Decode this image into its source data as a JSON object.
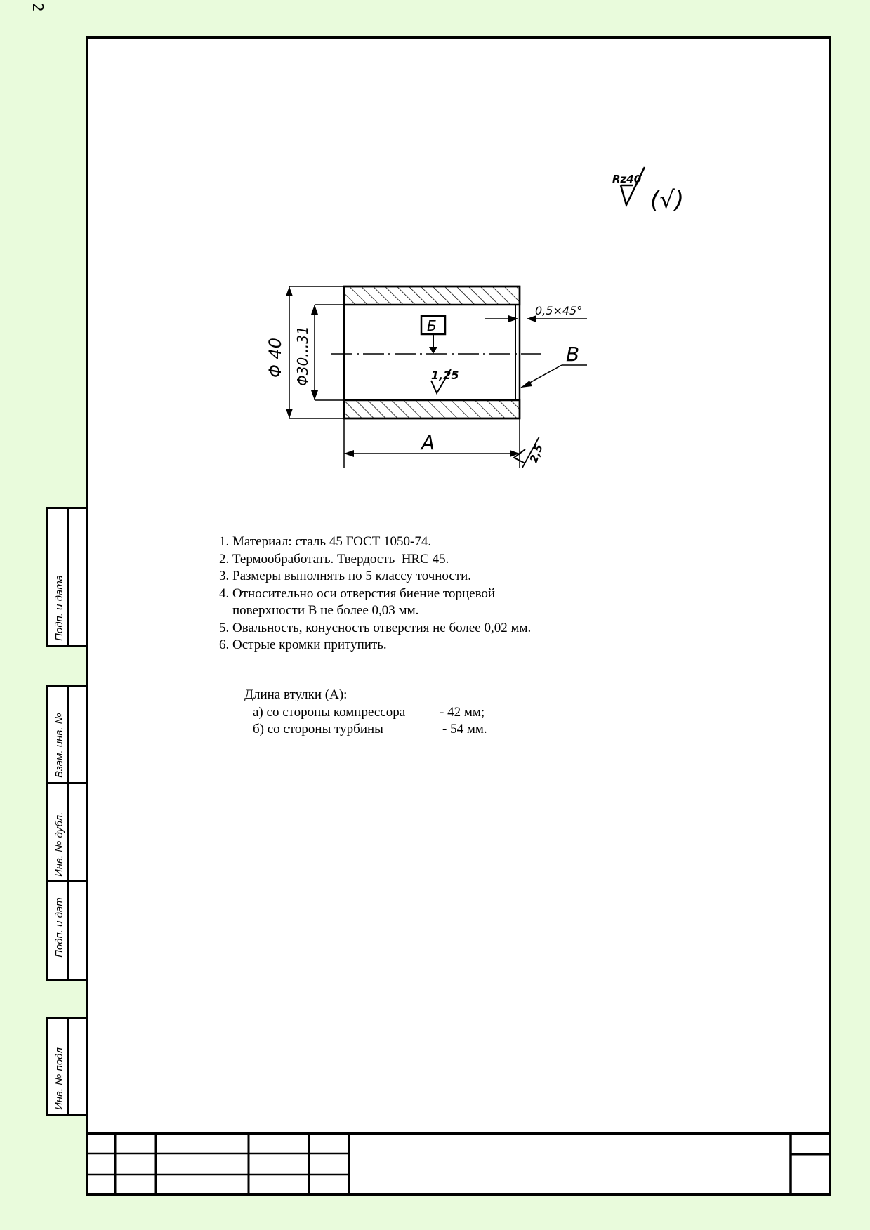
{
  "page_number": "2",
  "roughness": {
    "general": "Rz40",
    "parenthetical": "(√)"
  },
  "drawing": {
    "dim_outer": "Φ 40",
    "dim_inner": "Φ30...31",
    "chamfer": "0,5×45°",
    "datum": "Б",
    "surface_label": "В",
    "length_label": "A",
    "roughness_bore": "1,25",
    "roughness_end": "2,5"
  },
  "notes": [
    "1. Материал: сталь 45 ГОСТ 1050-74.",
    "2. Термообработать. Твердость  HRC 45.",
    "3. Размеры выполнять по 5 классу точности.",
    "4. Относительно оси отверстия биение торцевой",
    "    поверхности В не более 0,03 мм.",
    "5. Овальность, конусность отверстия не более 0,02 мм.",
    "6. Острые кромки притупить."
  ],
  "length_info": {
    "title": "Длина втулки (А):",
    "rows": [
      {
        "label": "а) со стороны компрессора",
        "value": "- 42 мм;"
      },
      {
        "label": "б) со стороны турбины",
        "value": "- 54 мм."
      }
    ]
  },
  "side_labels": {
    "podp_data_1": "Подп. и дата",
    "vzam_inv": "Взам. инв. №",
    "inv_dubl": "Инв. № дубл.",
    "podp_data_2": "Подп. и дат",
    "inv_podl": "Инв. № подл"
  }
}
